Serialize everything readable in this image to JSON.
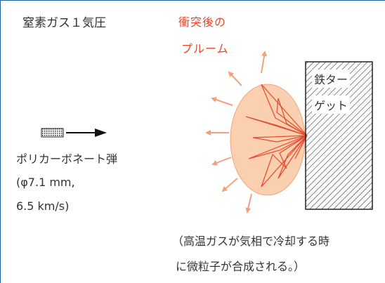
{
  "labels": {
    "gas_condition": "窒素ガス１気圧",
    "plume_line1": "衝突後の",
    "plume_line2": "プルーム",
    "target_line1": "鉄ター",
    "target_line2": "ゲット",
    "projectile": "ポリカーボネート弾",
    "projectile_spec_line1": "(φ7.1 mm,",
    "projectile_spec_line2": "6.5 km/s)",
    "note_line1": "（高温ガスが気相で冷却する時",
    "note_line2": "に微粒子が合成される。）"
  },
  "colors": {
    "plume_text": "#e8472b",
    "plume_fill": "#fbd0b0",
    "plume_arrows": "#f4a07c",
    "burst_lines": "#e8472b",
    "frame": "#1a5fa8"
  }
}
